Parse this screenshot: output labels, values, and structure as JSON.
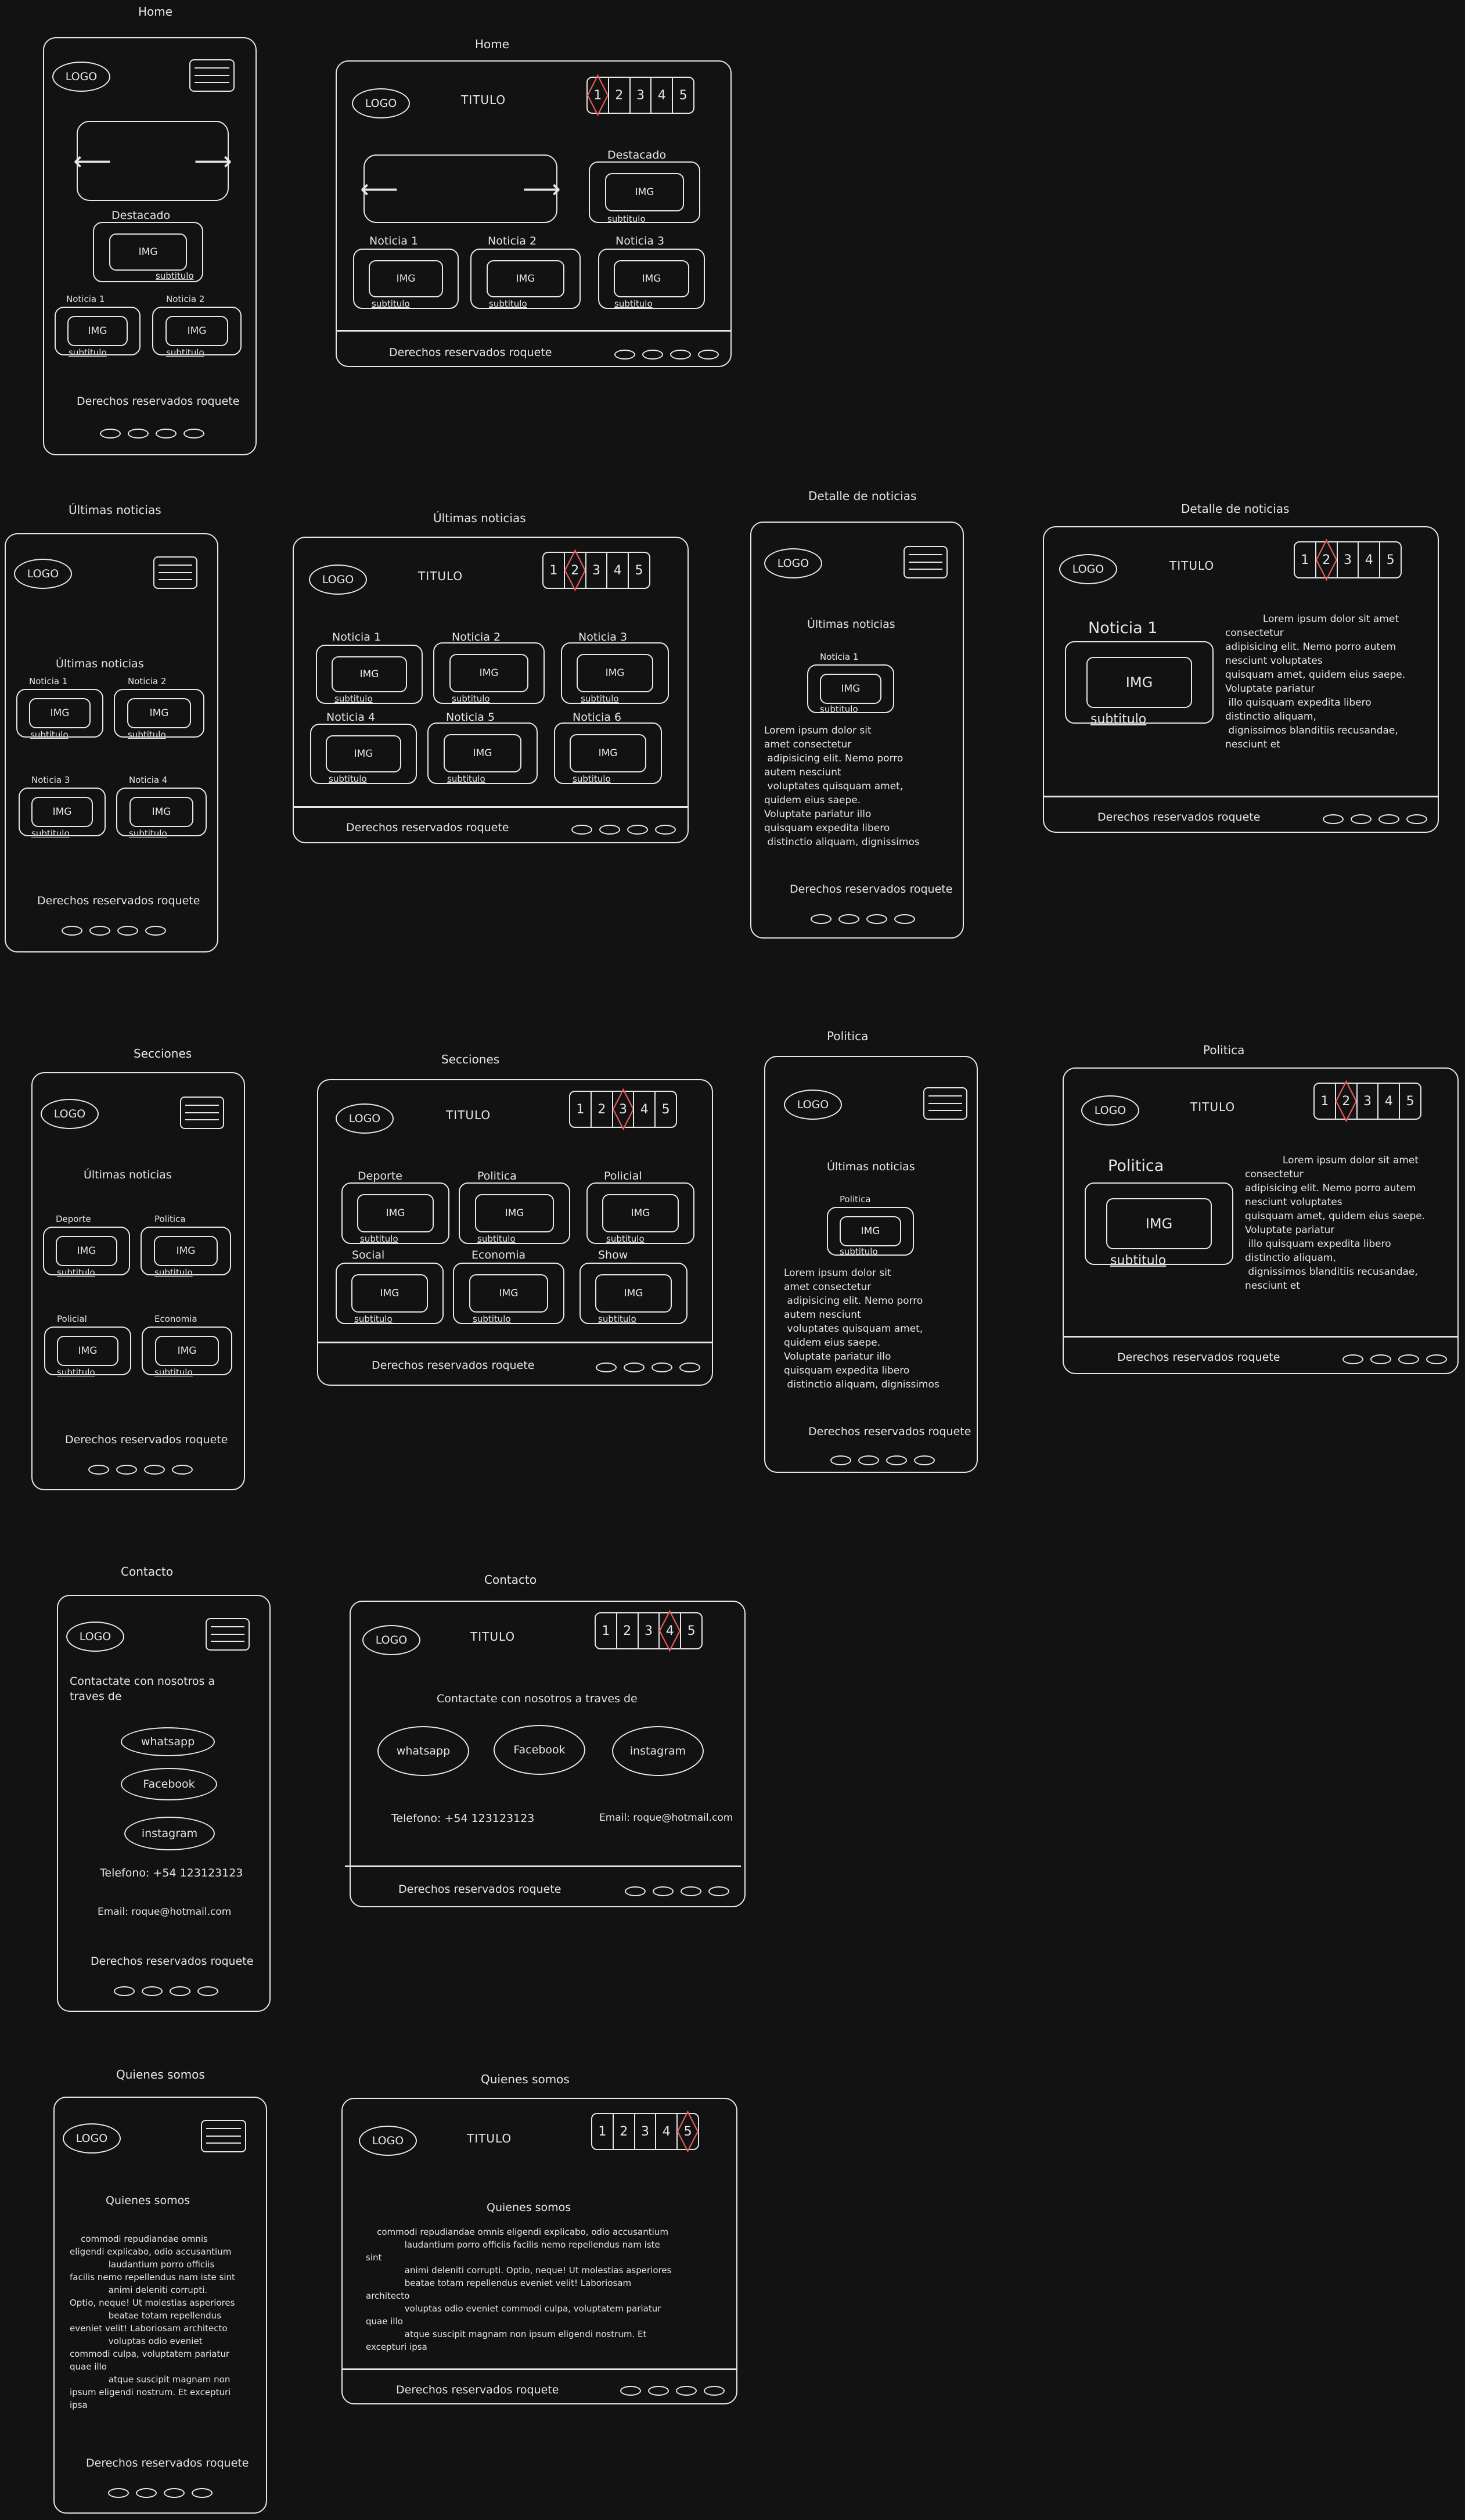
{
  "colors": {
    "background": "#121212",
    "stroke": "#e6e6e6",
    "highlight": "#e05a5a"
  },
  "common": {
    "logo": "LOGO",
    "titulo": "TITULO",
    "img": "IMG",
    "subtitulo": "subtitulo",
    "footer": "Derechos reservados roquete",
    "tabs": [
      "1",
      "2",
      "3",
      "4",
      "5"
    ],
    "destacado": "Destacado",
    "ultimas": "Últimas noticias",
    "lorem_short": "Lorem ipsum dolor sit\namet consectetur\n adipisicing elit. Nemo porro\nautem nesciunt\n voluptates quisquam amet,\nquidem eius saepe.\nVoluptate pariatur illo\nquisquam expedita libero\n distinctio aliquam, dignissimos",
    "lorem_wide": "            Lorem ipsum dolor sit amet\nconsectetur\nadipisicing elit. Nemo porro autem\nnesciunt voluptates\nquisquam amet, quidem eius saepe.\nVoluptate pariatur\n illo quisquam expedita libero\ndistinctio aliquam,\n dignissimos blanditiis recusandae,\nnesciunt et"
  },
  "captions": {
    "home": "Home",
    "ultimas": "Últimas noticias",
    "detalle": "Detalle de noticias",
    "secciones": "Secciones",
    "politica": "Politica",
    "contacto": "Contacto",
    "quienes": "Quienes somos"
  },
  "news": [
    "Noticia 1",
    "Noticia 2",
    "Noticia 3",
    "Noticia 4",
    "Noticia 5",
    "Noticia 6"
  ],
  "sections": [
    "Deporte",
    "Politica",
    "Policial",
    "Social",
    "Economia",
    "Show"
  ],
  "sections_mobile": [
    "Deporte",
    "Politica",
    "Policial",
    "Economia"
  ],
  "politica_label": "Politica",
  "contact": {
    "heading_mobile": "Contactate con nosotros a\ntraves de",
    "heading": "Contactate con nosotros a traves de",
    "buttons": [
      "whatsapp",
      "Facebook",
      "instagram"
    ],
    "phone": "Telefono: +54 123123123",
    "email": "Email: roque@hotmail.com"
  },
  "about": {
    "heading": "Quienes somos",
    "text_mobile": "    commodi repudiandae omnis\neligendi explicabo, odio accusantium\n              laudantium porro officiis\nfacilis nemo repellendus nam iste sint\n              animi deleniti corrupti.\nOptio, neque! Ut molestias asperiores\n              beatae totam repellendus\neveniet velit! Laboriosam architecto\n              voluptas odio eveniet\ncommodi culpa, voluptatem pariatur\nquae illo\n              atque suscipit magnam non\nipsum eligendi nostrum. Et excepturi\nipsa",
    "text": "    commodi repudiandae omnis eligendi explicabo, odio accusantium\n              laudantium porro officiis facilis nemo repellendus nam iste\nsint\n              animi deleniti corrupti. Optio, neque! Ut molestias asperiores\n              beatae totam repellendus eveniet velit! Laboriosam\narchitecto\n              voluptas odio eveniet commodi culpa, voluptatem pariatur\nquae illo\n              atque suscipit magnam non ipsum eligendi nostrum. Et\nexcepturi ipsa"
  }
}
